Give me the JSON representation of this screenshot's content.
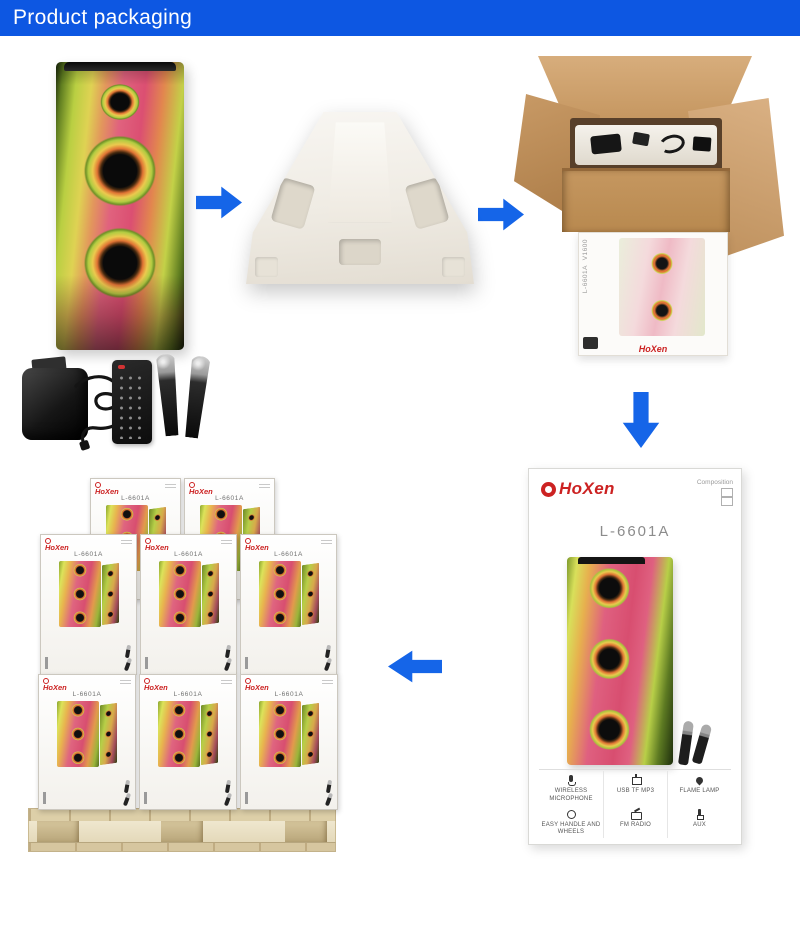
{
  "header": {
    "title": "Product packaging"
  },
  "brand": {
    "name": "HoXen",
    "model": "L-6601A"
  },
  "retail_box": {
    "composition_label": "Composition",
    "features": [
      {
        "icon": "microphone-icon",
        "label": "WIRELESS MICROPHONE"
      },
      {
        "icon": "usb-icon",
        "label": "USB TF MP3"
      },
      {
        "icon": "flame-icon",
        "label": "FLAME LAMP"
      },
      {
        "icon": "wheel-icon",
        "label": "EASY HANDLE AND WHEELS"
      },
      {
        "icon": "radio-icon",
        "label": "FM RADIO"
      },
      {
        "icon": "aux-plug-icon",
        "label": "AUX"
      }
    ]
  },
  "carton": {
    "rotated_text": "V1600",
    "rotated_model": "L-6601A"
  },
  "pallet": {
    "rows": [
      2,
      3,
      3
    ]
  },
  "icons": {
    "flow_arrows": [
      "arrow-right-icon",
      "arrow-right-icon",
      "arrow-down-icon",
      "arrow-left-icon"
    ]
  },
  "colors": {
    "header_blue": "#0d57e2",
    "arrow_blue": "#1565e8",
    "brand_red": "#cc2222",
    "cardboard_brown": "#c59760",
    "speaker_pink": "#d94f70",
    "speaker_green": "#b2cc42"
  }
}
